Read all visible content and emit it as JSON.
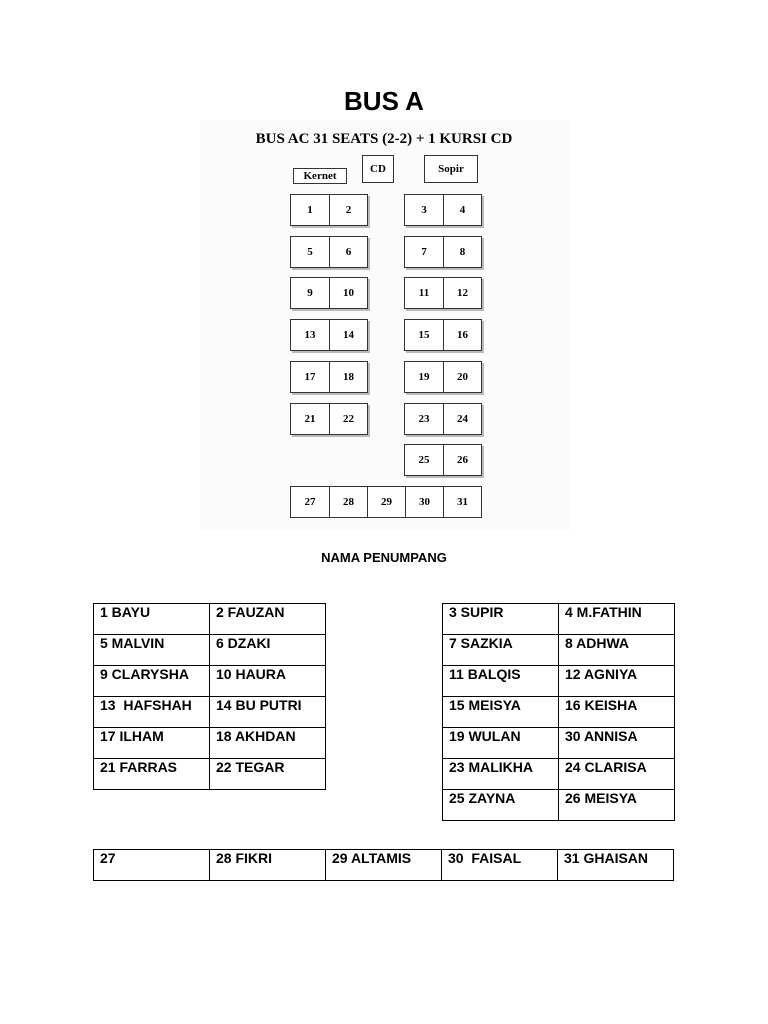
{
  "page_title": "BUS A",
  "diagram": {
    "title": "BUS AC 31 SEATS (2-2) + 1 KURSI CD",
    "kernet_label": "Kernet",
    "cd_label": "CD",
    "sopir_label": "Sopir",
    "left_rows": [
      [
        "1",
        "2"
      ],
      [
        "5",
        "6"
      ],
      [
        "9",
        "10"
      ],
      [
        "13",
        "14"
      ],
      [
        "17",
        "18"
      ],
      [
        "21",
        "22"
      ]
    ],
    "right_rows": [
      [
        "3",
        "4"
      ],
      [
        "7",
        "8"
      ],
      [
        "11",
        "12"
      ],
      [
        "15",
        "16"
      ],
      [
        "19",
        "20"
      ],
      [
        "23",
        "24"
      ],
      [
        "25",
        "26"
      ]
    ],
    "back_row": [
      "27",
      "28",
      "29",
      "30",
      "31"
    ]
  },
  "passenger_heading": "NAMA PENUMPANG",
  "left_table": [
    [
      "1 BAYU",
      "2 FAUZAN"
    ],
    [
      "5 MALVIN",
      "6 DZAKI"
    ],
    [
      "9 CLARYSHA",
      "10 HAURA"
    ],
    [
      "13  HAFSHAH",
      "14 BU PUTRI"
    ],
    [
      "17 ILHAM",
      "18 AKHDAN"
    ],
    [
      "21 FARRAS",
      "22 TEGAR"
    ]
  ],
  "right_table": [
    [
      "3 SUPIR",
      "4 M.FATHIN"
    ],
    [
      "7 SAZKIA",
      "8 ADHWA"
    ],
    [
      "11 BALQIS",
      "12 AGNIYA"
    ],
    [
      "15 MEISYA",
      "16 KEISHA"
    ],
    [
      "19 WULAN",
      "30 ANNISA"
    ],
    [
      "23 MALIKHA",
      "24 CLARISA"
    ],
    [
      "25 ZAYNA",
      "26 MEISYA"
    ]
  ],
  "back_table": [
    "27",
    "28 FIKRI",
    "29 ALTAMIS",
    "30  FAISAL",
    "31 GHAISAN"
  ]
}
